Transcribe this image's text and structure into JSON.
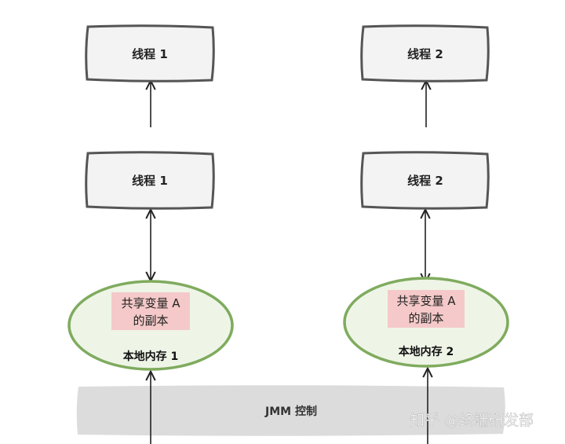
{
  "diagram": {
    "top_threads": [
      "线程 1",
      "线程 2"
    ],
    "mid_threads": [
      "线程 1",
      "线程 2"
    ],
    "shared_copy": {
      "line1": "共享变量 A",
      "line2": "的副本"
    },
    "local_memory": [
      "本地内存 1",
      "本地内存 2"
    ],
    "jmm_label": "JMM 控制",
    "watermark": "知乎 @终端研发部"
  },
  "colors": {
    "box_fill": "#f3f3f3",
    "box_stroke": "#555555",
    "ellipse_fill": "#eef5e7",
    "ellipse_stroke": "#7fab5e",
    "highlight": "#f5c9c9",
    "jmm_fill": "#dcdcdc"
  }
}
